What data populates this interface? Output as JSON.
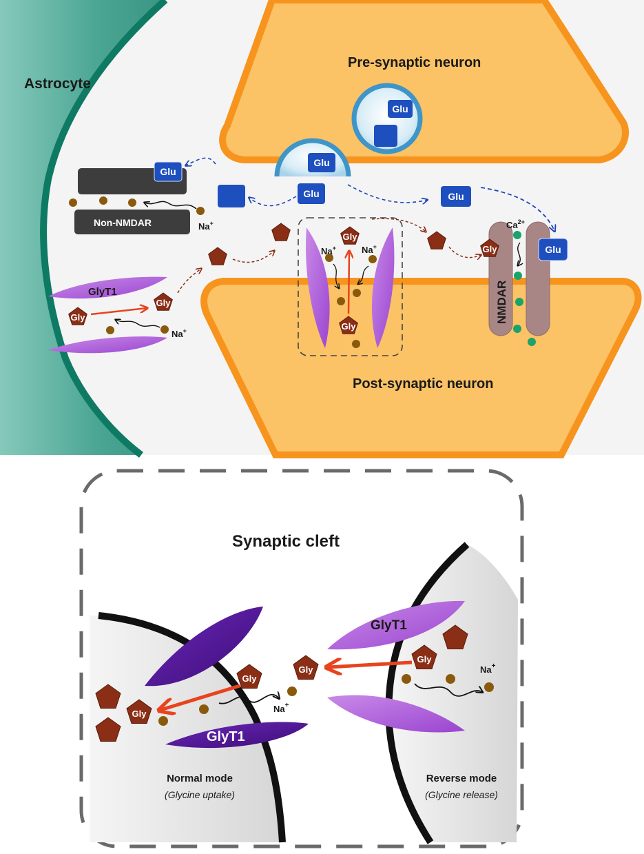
{
  "labels": {
    "astrocyte": "Astrocyte",
    "presynaptic": "Pre-synaptic neuron",
    "postsynaptic": "Post-synaptic neuron",
    "non_nmdar": "Non-NMDAR",
    "nmdar": "NMDAR",
    "glyt1": "GlyT1",
    "synaptic_cleft": "Synaptic cleft",
    "normal_mode": "Normal mode",
    "normal_mode_sub": "(Glycine uptake)",
    "reverse_mode": "Reverse mode",
    "reverse_mode_sub": "(Glycine release)"
  },
  "molecules": {
    "glu": "Glu",
    "gly": "Gly",
    "na": "Na",
    "na_charge": "+",
    "ca": "Ca",
    "ca_charge": "2+"
  },
  "colors": {
    "astrocyte": "#3f9e8e",
    "astrocyte_edge": "#0e7a63",
    "neuron": "#fbc266",
    "neuron_edge": "#f7941d",
    "vesicle": "#4fa3d1",
    "glu": "#1e4fbf",
    "gly": "#8b2e16",
    "na": "#8a5a0c",
    "ca": "#1aa36b",
    "glyt1": "#a857d6",
    "glyt1_dark": "#4a1289",
    "nmdar": "#a98686",
    "receptor": "#3d3d3d",
    "arrow_red": "#e8431f",
    "arrow_blue": "#1e44b8",
    "arrow_brown": "#8a2e16"
  }
}
